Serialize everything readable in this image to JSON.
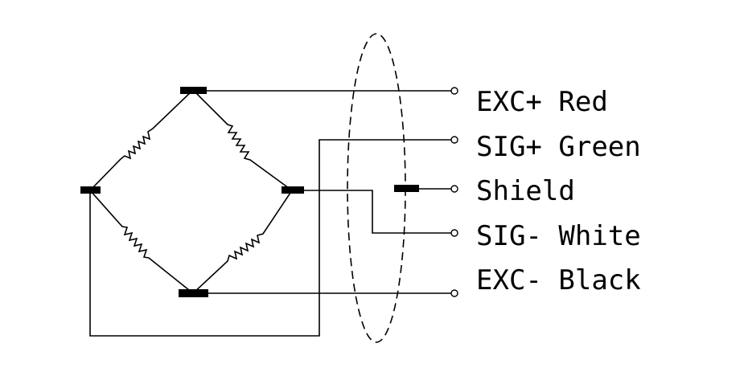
{
  "wires": [
    {
      "signal": "EXC+",
      "color": "Red"
    },
    {
      "signal": "SIG+",
      "color": "Green"
    },
    {
      "signal": "Shield",
      "color": ""
    },
    {
      "signal": "SIG-",
      "color": "White"
    },
    {
      "signal": "EXC-",
      "color": "Black"
    }
  ]
}
